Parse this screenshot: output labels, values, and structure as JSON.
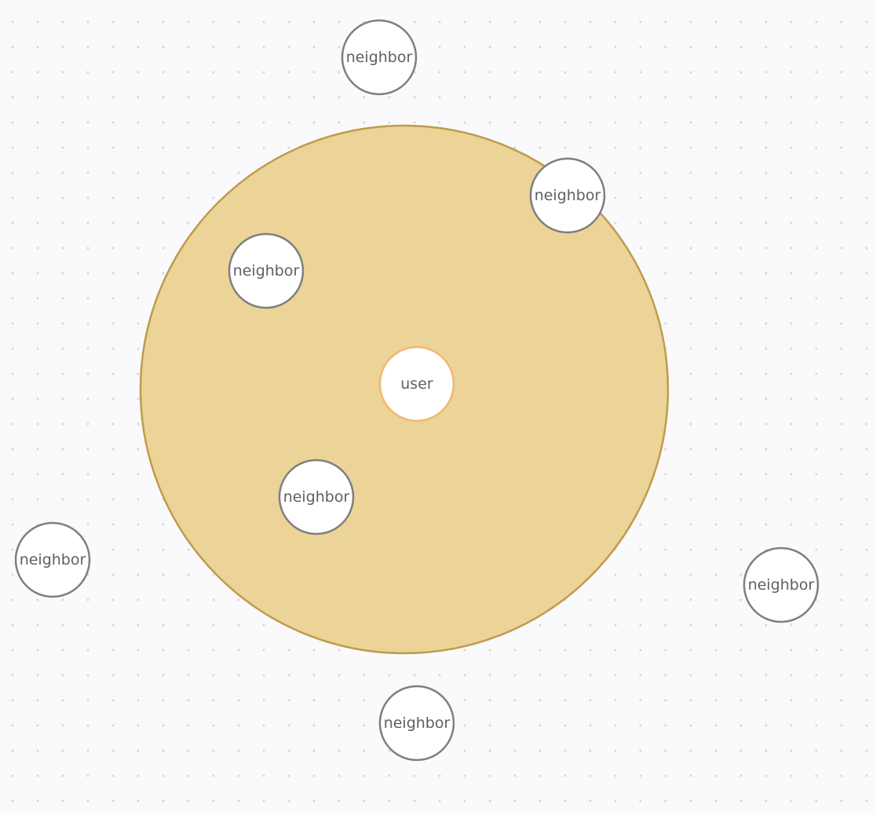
{
  "colors": {
    "background": "#fafafc",
    "dot": "#d6d6dc",
    "radius_fill": "#ecd398",
    "radius_stroke": "#bf9b4c",
    "node_fill": "#ffffff",
    "neighbor_stroke": "#7f7f7f",
    "user_stroke": "#f1b86e",
    "label": "#5f5f5f"
  },
  "diagram": {
    "user": {
      "label": "user"
    },
    "neighbors": [
      {
        "label": "neighbor",
        "inside_radius": false
      },
      {
        "label": "neighbor",
        "inside_radius": true
      },
      {
        "label": "neighbor",
        "inside_radius": true
      },
      {
        "label": "neighbor",
        "inside_radius": true
      },
      {
        "label": "neighbor",
        "inside_radius": false
      },
      {
        "label": "neighbor",
        "inside_radius": false
      },
      {
        "label": "neighbor",
        "inside_radius": false
      }
    ]
  }
}
